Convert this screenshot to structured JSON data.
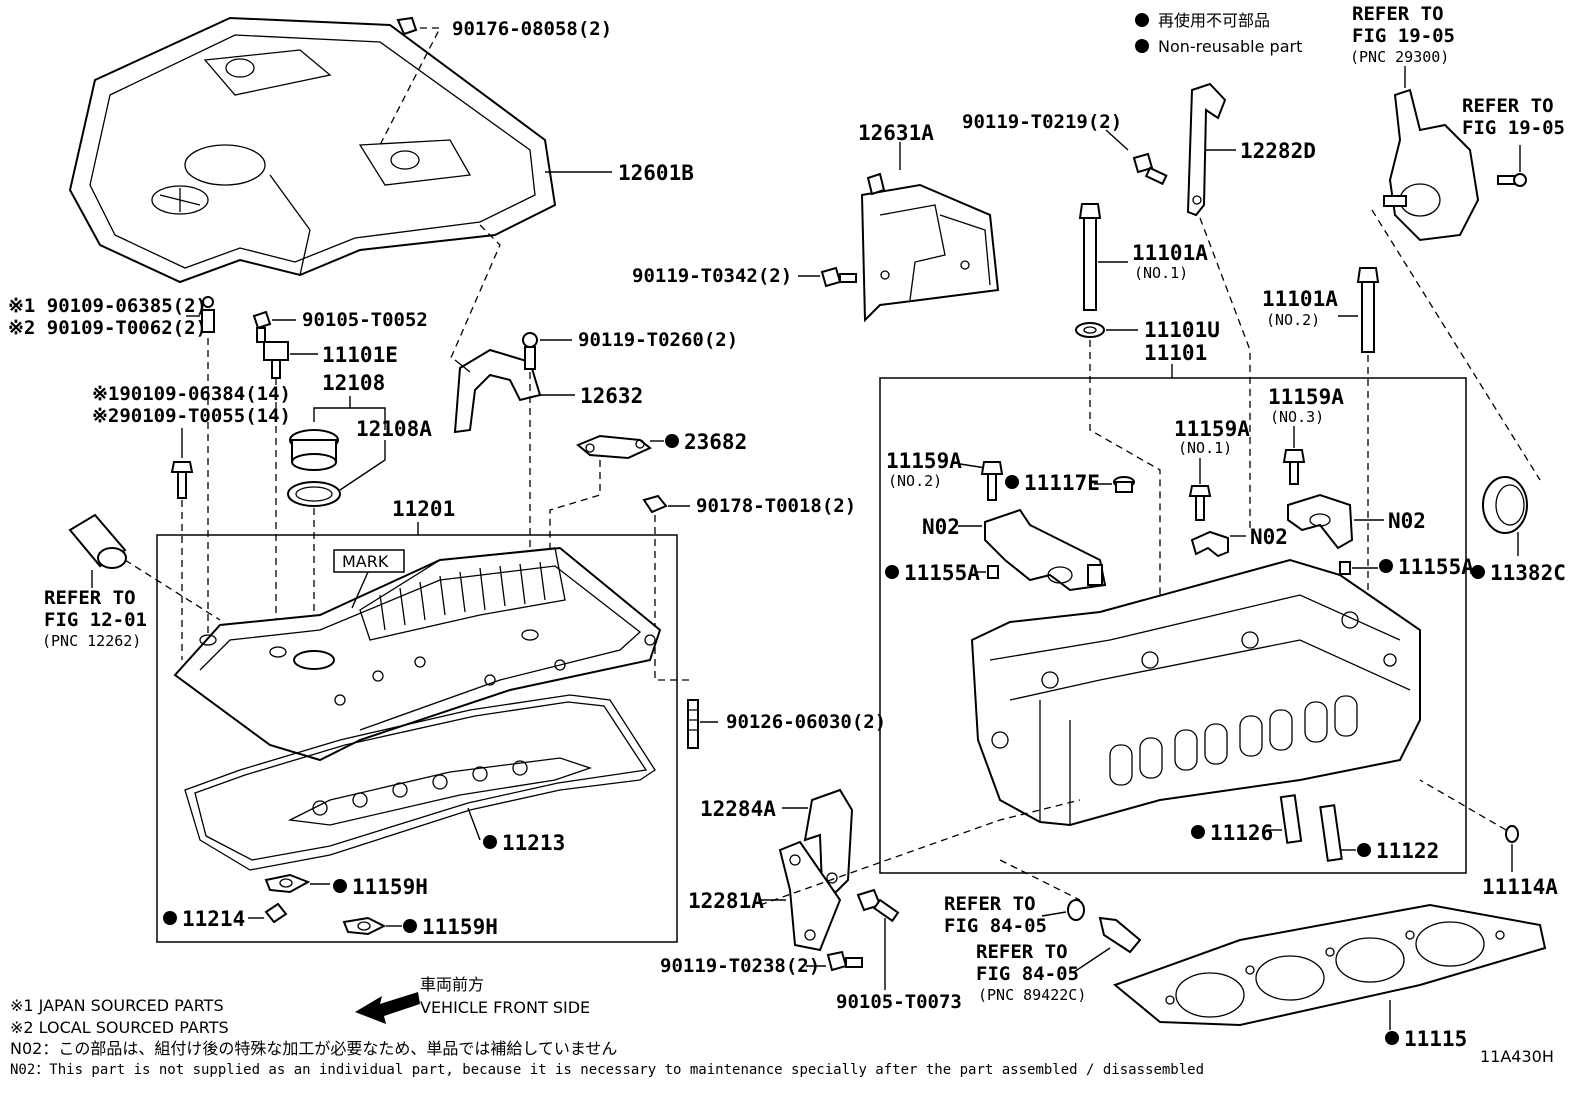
{
  "legend": {
    "jp_nonreusable": "再使用不可部品",
    "en_nonreusable": "Non-reusable part"
  },
  "refers": {
    "r1905a_l1": "REFER TO",
    "r1905a_l2": "FIG 19-05",
    "r1905a_l3": "(PNC 29300)",
    "r1905b_l1": "REFER TO",
    "r1905b_l2": "FIG 19-05",
    "r1201_l1": "REFER TO",
    "r1201_l2": "FIG 12-01",
    "r1201_l3": "(PNC 12262)",
    "r8405a_l1": "REFER TO",
    "r8405a_l2": "FIG 84-05",
    "r8405b_l1": "REFER TO",
    "r8405b_l2": "FIG 84-05",
    "r8405b_l3": "(PNC 89422C)"
  },
  "parts": {
    "p90176": "90176-08058(2)",
    "p12601B": "12601B",
    "p_s1_06385": "※1 90109-06385(2)",
    "p_s2_T0062": "※2 90109-T0062(2)",
    "p90105_T0052": "90105-T0052",
    "p11101E": "11101E",
    "p12108": "12108",
    "p12108A": "12108A",
    "p_s1_06384": "※190109-06384(14)",
    "p_s2_T0055": "※290109-T0055(14)",
    "p90119_T0260": "90119-T0260(2)",
    "p12632": "12632",
    "p23682": "23682",
    "p90178": "90178-T0018(2)",
    "p11201": "11201",
    "mark": "MARK",
    "p90126": "90126-06030(2)",
    "p11213": "11213",
    "p11159H_a": "11159H",
    "p11159H_b": "11159H",
    "p11214": "11214",
    "p12631A": "12631A",
    "p90119_T0219": "90119-T0219(2)",
    "p12282D": "12282D",
    "p90119_T0342": "90119-T0342(2)",
    "p11101A_1": "11101A",
    "p11101A_1_sub": "(NO.1)",
    "p11101U": "11101U",
    "p11101": "11101",
    "p11101A_2": "11101A",
    "p11101A_2_sub": "(NO.2)",
    "p11159A_3": "11159A",
    "p11159A_3_sub": "(NO.3)",
    "p11159A_1": "11159A",
    "p11159A_1_sub": "(NO.1)",
    "p11159A_2": "11159A",
    "p11159A_2_sub": "(NO.2)",
    "p11117E": "11117E",
    "n02_a": "N02",
    "n02_b": "N02",
    "n02_c": "N02",
    "p11155A_a": "11155A",
    "p11155A_b": "11155A",
    "p11382C": "11382C",
    "p12284A": "12284A",
    "p12281A": "12281A",
    "p90119_T0238": "90119-T0238(2)",
    "p90105_T0073": "90105-T0073",
    "p11126": "11126",
    "p11122": "11122",
    "p11114A": "11114A",
    "p11115": "11115",
    "fig_id": "11A430H"
  },
  "front": {
    "jp": "車両前方",
    "en": "VEHICLE FRONT SIDE"
  },
  "notes": {
    "n1": "※1 JAPAN SOURCED PARTS",
    "n2": "※2 LOCAL SOURCED PARTS",
    "n3": "N02：この部品は、組付け後の特殊な加工が必要なため、単品では補給していません",
    "n4": "N02：This part is not supplied as an individual part, because it is necessary to maintenance specially after the part assembled / disassembled"
  }
}
